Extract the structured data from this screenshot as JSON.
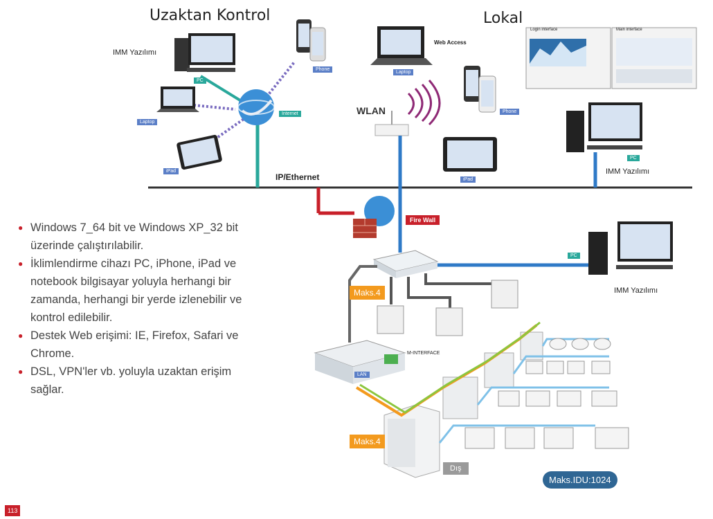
{
  "titles": {
    "remote": "Uzaktan Kontrol",
    "local": "Lokal"
  },
  "labels": {
    "imm_1": "IMM Yazılımı",
    "imm_2": "IMM Yazılımı",
    "imm_3": "IMM Yazılımı",
    "wlan": "WLAN",
    "ip_ethernet": "IP/Ethernet",
    "web_access": "Web Access",
    "login_interface": "Login interface",
    "main_interface": "Main interface",
    "firewall": "Fire Wall",
    "internet": "Internet",
    "pc": "PC",
    "pc2": "PC",
    "pc3": "PC",
    "phone": "Phone",
    "phone2": "Phone",
    "laptop": "Laptop",
    "laptop2": "Laptop",
    "ipad": "iPad",
    "ipad2": "iPad",
    "minterface": "M-INTERFACE",
    "lan": "LAN",
    "maks_4a": "Maks.4",
    "maks_4b": "Maks.4",
    "dis": "Dış",
    "maks_idu": "Maks.IDU:1024"
  },
  "bullets": [
    "Windows 7_64 bit ve Windows XP_32 bit üzerinde çalıştırılabilir.",
    "İklimlendirme cihazı PC, iPhone, iPad ve notebook bilgisayar yoluyla herhangi bir zamanda, herhangi bir yerde izlenebilir ve kontrol edilebilir.",
    "Destek Web erişimi: IE, Firefox, Safari ve Chrome.",
    "DSL, VPN'ler vb. yoluyla uzaktan erişim sağlar."
  ],
  "page_number": "113",
  "colors": {
    "accent_red": "#c8202a",
    "teal_link": "#29a89b",
    "blue_link": "#2f7ac7",
    "orange": "#f39a1e",
    "green": "#8cc63f"
  }
}
